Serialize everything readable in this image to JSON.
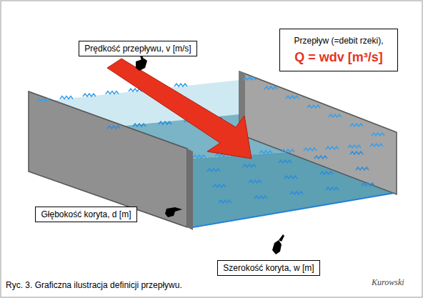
{
  "diagram": {
    "caption": "Ryc. 3. Graficzna ilustracja definicji przepływu.",
    "nodes": [
      {
        "text": [
          "Prędkość przepływu, v [m/s]"
        ]
      },
      {
        "text": [
          "Przepływ (=debit rzeki),",
          "Q = wdv [m³/s]"
        ]
      },
      {
        "text": [
          "Głębokość koryta, d [m]"
        ]
      },
      {
        "text": [
          "Szerokość koryta, w [m]"
        ]
      }
    ],
    "labels": [
      "Kurowski"
    ]
  }
}
